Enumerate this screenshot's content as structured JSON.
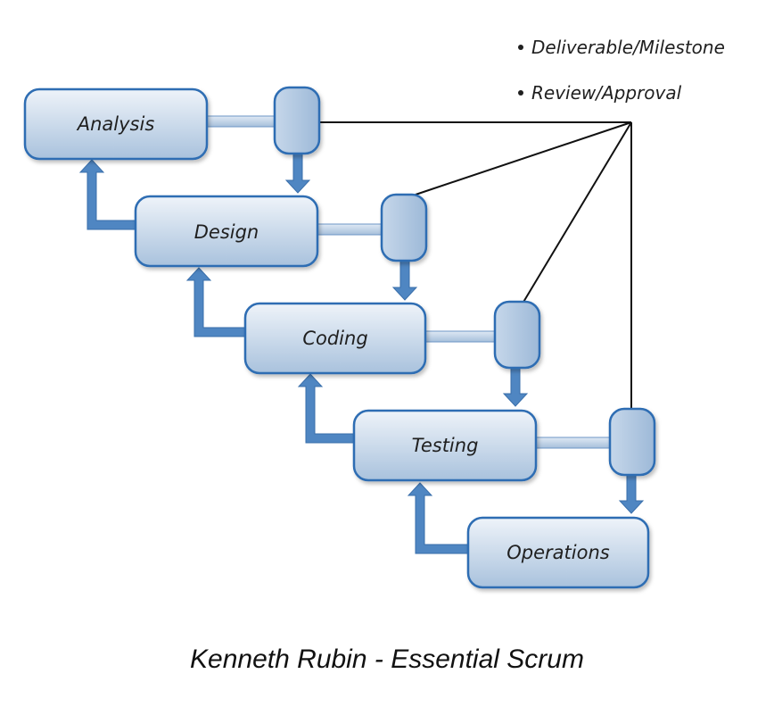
{
  "legend": {
    "items": [
      "Deliverable/Milestone",
      "Review/Approval"
    ]
  },
  "stages": [
    {
      "label": "Analysis"
    },
    {
      "label": "Design"
    },
    {
      "label": "Coding"
    },
    {
      "label": "Testing"
    },
    {
      "label": "Operations"
    }
  ],
  "caption": "Kenneth Rubin - Essential Scrum",
  "colors": {
    "box_fill_top": "#e4edf6",
    "box_fill_bottom": "#a9c2dd",
    "box_stroke": "#2d6db3",
    "arrow_fill": "#5b8fc6",
    "connector": "#b7cde4",
    "review_lines": "#111111"
  }
}
